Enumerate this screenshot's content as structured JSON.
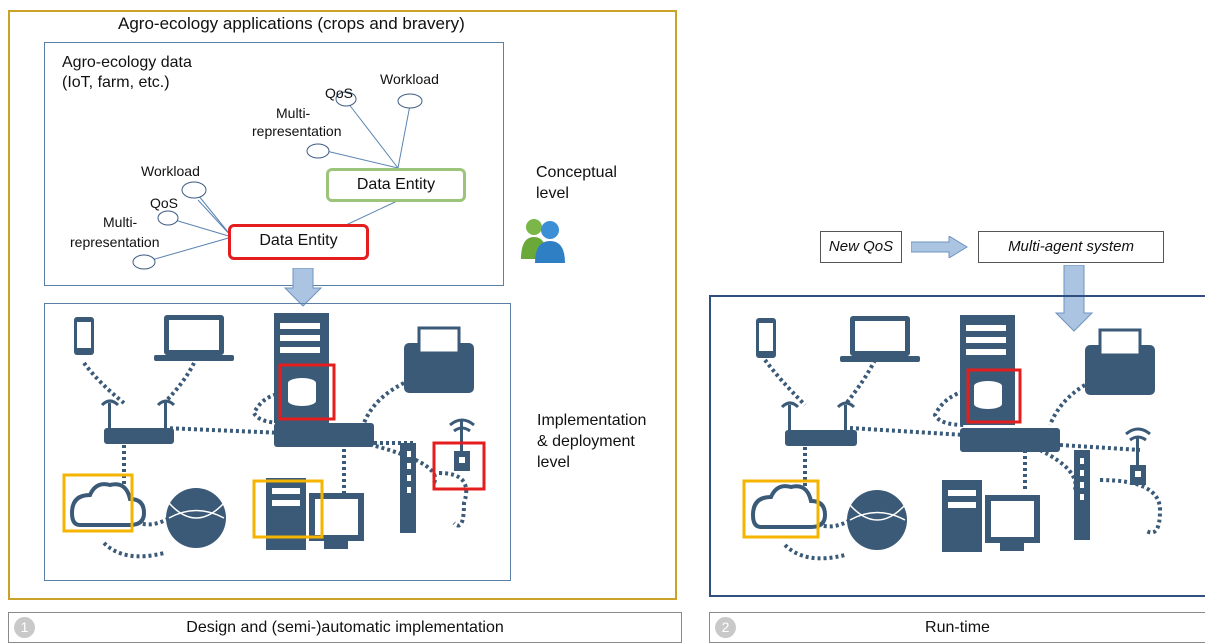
{
  "left_panel": {
    "title": "Agro-ecology applications (crops and bravery)",
    "data_label_line1": "Agro-ecology data",
    "data_label_line2": "(IoT, farm, etc.)",
    "green_entity": {
      "label": "Data Entity",
      "workload": "Workload",
      "qos": "QoS",
      "multi_line1": "Multi-",
      "multi_line2": "representation"
    },
    "red_entity": {
      "label": "Data Entity",
      "workload": "Workload",
      "qos": "QoS",
      "multi_line1": "Multi-",
      "multi_line2": "representation"
    },
    "conceptual_line1": "Conceptual",
    "conceptual_line2": "level",
    "impl_line1": "Implementation",
    "impl_line2": "& deployment",
    "impl_line3": "level"
  },
  "right_panel": {
    "new_qos": "New QoS",
    "mas": "Multi-agent system"
  },
  "bottom": {
    "step1_num": "1",
    "step1_label": "Design and (semi-)automatic implementation",
    "step2_num": "2",
    "step2_label": "Run-time"
  },
  "colors": {
    "gold": "#c9a227",
    "red": "#e41e1e",
    "green": "#9cc57b",
    "navy": "#3a5a78",
    "arrow": "#aac4e2"
  }
}
